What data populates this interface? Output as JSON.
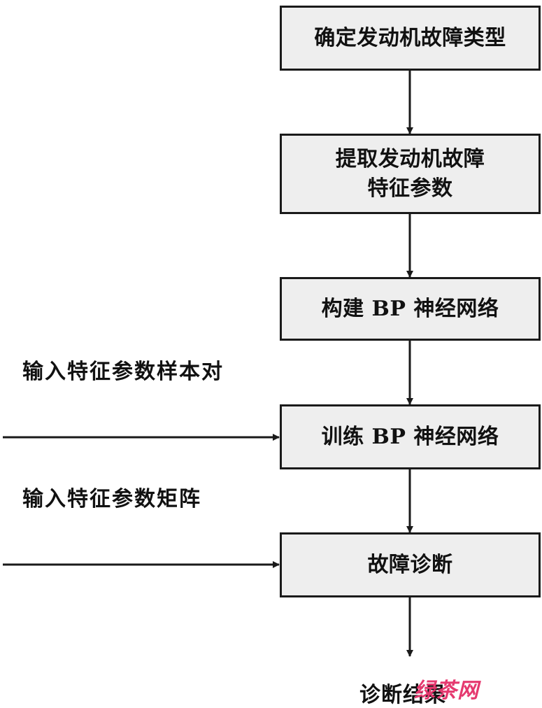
{
  "steps": [
    {
      "id": "determine-fault-type",
      "lines": [
        "确定发动机故障类型"
      ]
    },
    {
      "id": "extract-fault-features",
      "lines": [
        "提取发动机故障",
        "特征参数"
      ]
    },
    {
      "id": "build-bp-network",
      "lines": [
        "构建 BP 神经网络"
      ]
    },
    {
      "id": "train-bp-network",
      "lines": [
        "训练 BP 神经网络"
      ]
    },
    {
      "id": "fault-diagnosis",
      "lines": [
        "故障诊断"
      ]
    }
  ],
  "inputs": {
    "training_samples_label": "输入特征参数样本对",
    "feature_matrix_label": "输入特征参数矩阵"
  },
  "result": {
    "label": "诊断结果"
  },
  "watermark": {
    "text": "绿茶网",
    "color": "#e5396f"
  },
  "colors": {
    "box_fill": "#eeeeee",
    "stroke": "#1a1a1a"
  }
}
